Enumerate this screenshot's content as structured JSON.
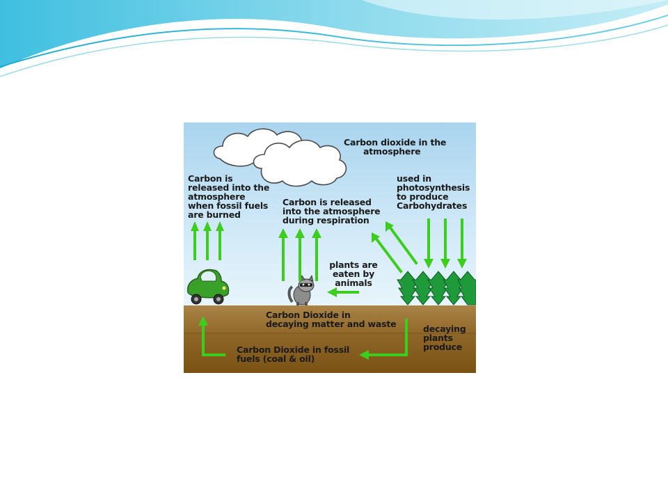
{
  "colors": {
    "arrow": "#3ccd1e",
    "sky_top": "#a9d4ee",
    "sky_bottom": "#e2f2fb",
    "soil_top": "#a07a3c",
    "soil_bottom": "#7e5618",
    "tree": "#1f9a3a",
    "car": "#39a12a",
    "slide_wave": "#7fd4ea"
  },
  "labels": {
    "atmosphere": [
      "Carbon dioxide in the",
      "atmosphere"
    ],
    "fossil_release": [
      "Carbon is",
      "released into the",
      "atmosphere",
      "when fossil fuels",
      "are burned"
    ],
    "respiration": [
      "Carbon is released",
      "into the atmosphere",
      "during respiration"
    ],
    "photosynthesis": [
      "used in",
      "photosynthesis",
      "to produce",
      "Carbohydrates"
    ],
    "eaten": [
      "plants are",
      "eaten by",
      "animals"
    ],
    "decaying_matter": [
      "Carbon Dioxide in",
      "decaying matter and waste"
    ],
    "decaying_plants": [
      "decaying",
      "plants",
      "produce"
    ],
    "fossil_fuels": [
      "Carbon Dioxide in fossil",
      "fuels (coal & oil)"
    ]
  },
  "icons": {
    "clouds": "cloud-icon",
    "car": "car-icon",
    "animal": "raccoon-icon",
    "trees": "pine-tree-icon"
  }
}
